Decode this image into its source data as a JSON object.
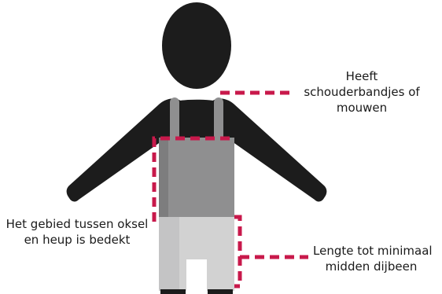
{
  "colors": {
    "figure": "#1c1c1c",
    "strap": "#8f8f90",
    "top": "#8f8f90",
    "top_shadow": "#747475",
    "bottom": "#d2d2d2",
    "bottom_shadow": "#b9b9ba",
    "dash": "#c8194b",
    "text": "#1a1a1a"
  },
  "labels": {
    "straps": {
      "line1": "Heeft",
      "line2": "schouderbandjes of",
      "line3": "mouwen"
    },
    "torso": {
      "line1": "Het gebied tussen oksel",
      "line2": "en heup is bedekt"
    },
    "length": {
      "line1": "Lengte tot minimaal",
      "line2": "midden dijbeen"
    }
  }
}
